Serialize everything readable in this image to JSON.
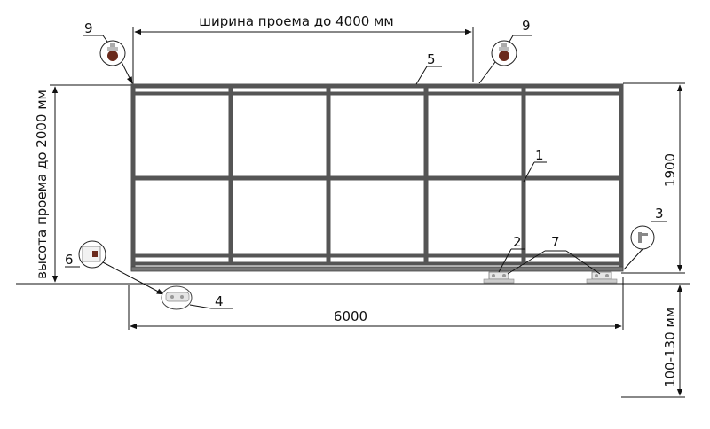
{
  "dimensions": {
    "width_label": "ширина проема до 4000 мм",
    "height_label": "высота проема до 2000 мм",
    "gate_height": "1900",
    "total_length": "6000",
    "clearance": "100-130 мм"
  },
  "callouts": {
    "frame": "1",
    "rollers": "2",
    "end_catcher": "3",
    "end_roller": "4",
    "top_rail": "5",
    "control_box": "6",
    "support_bracket": "7",
    "top_guide_left": "9",
    "top_guide_right": "9"
  }
}
